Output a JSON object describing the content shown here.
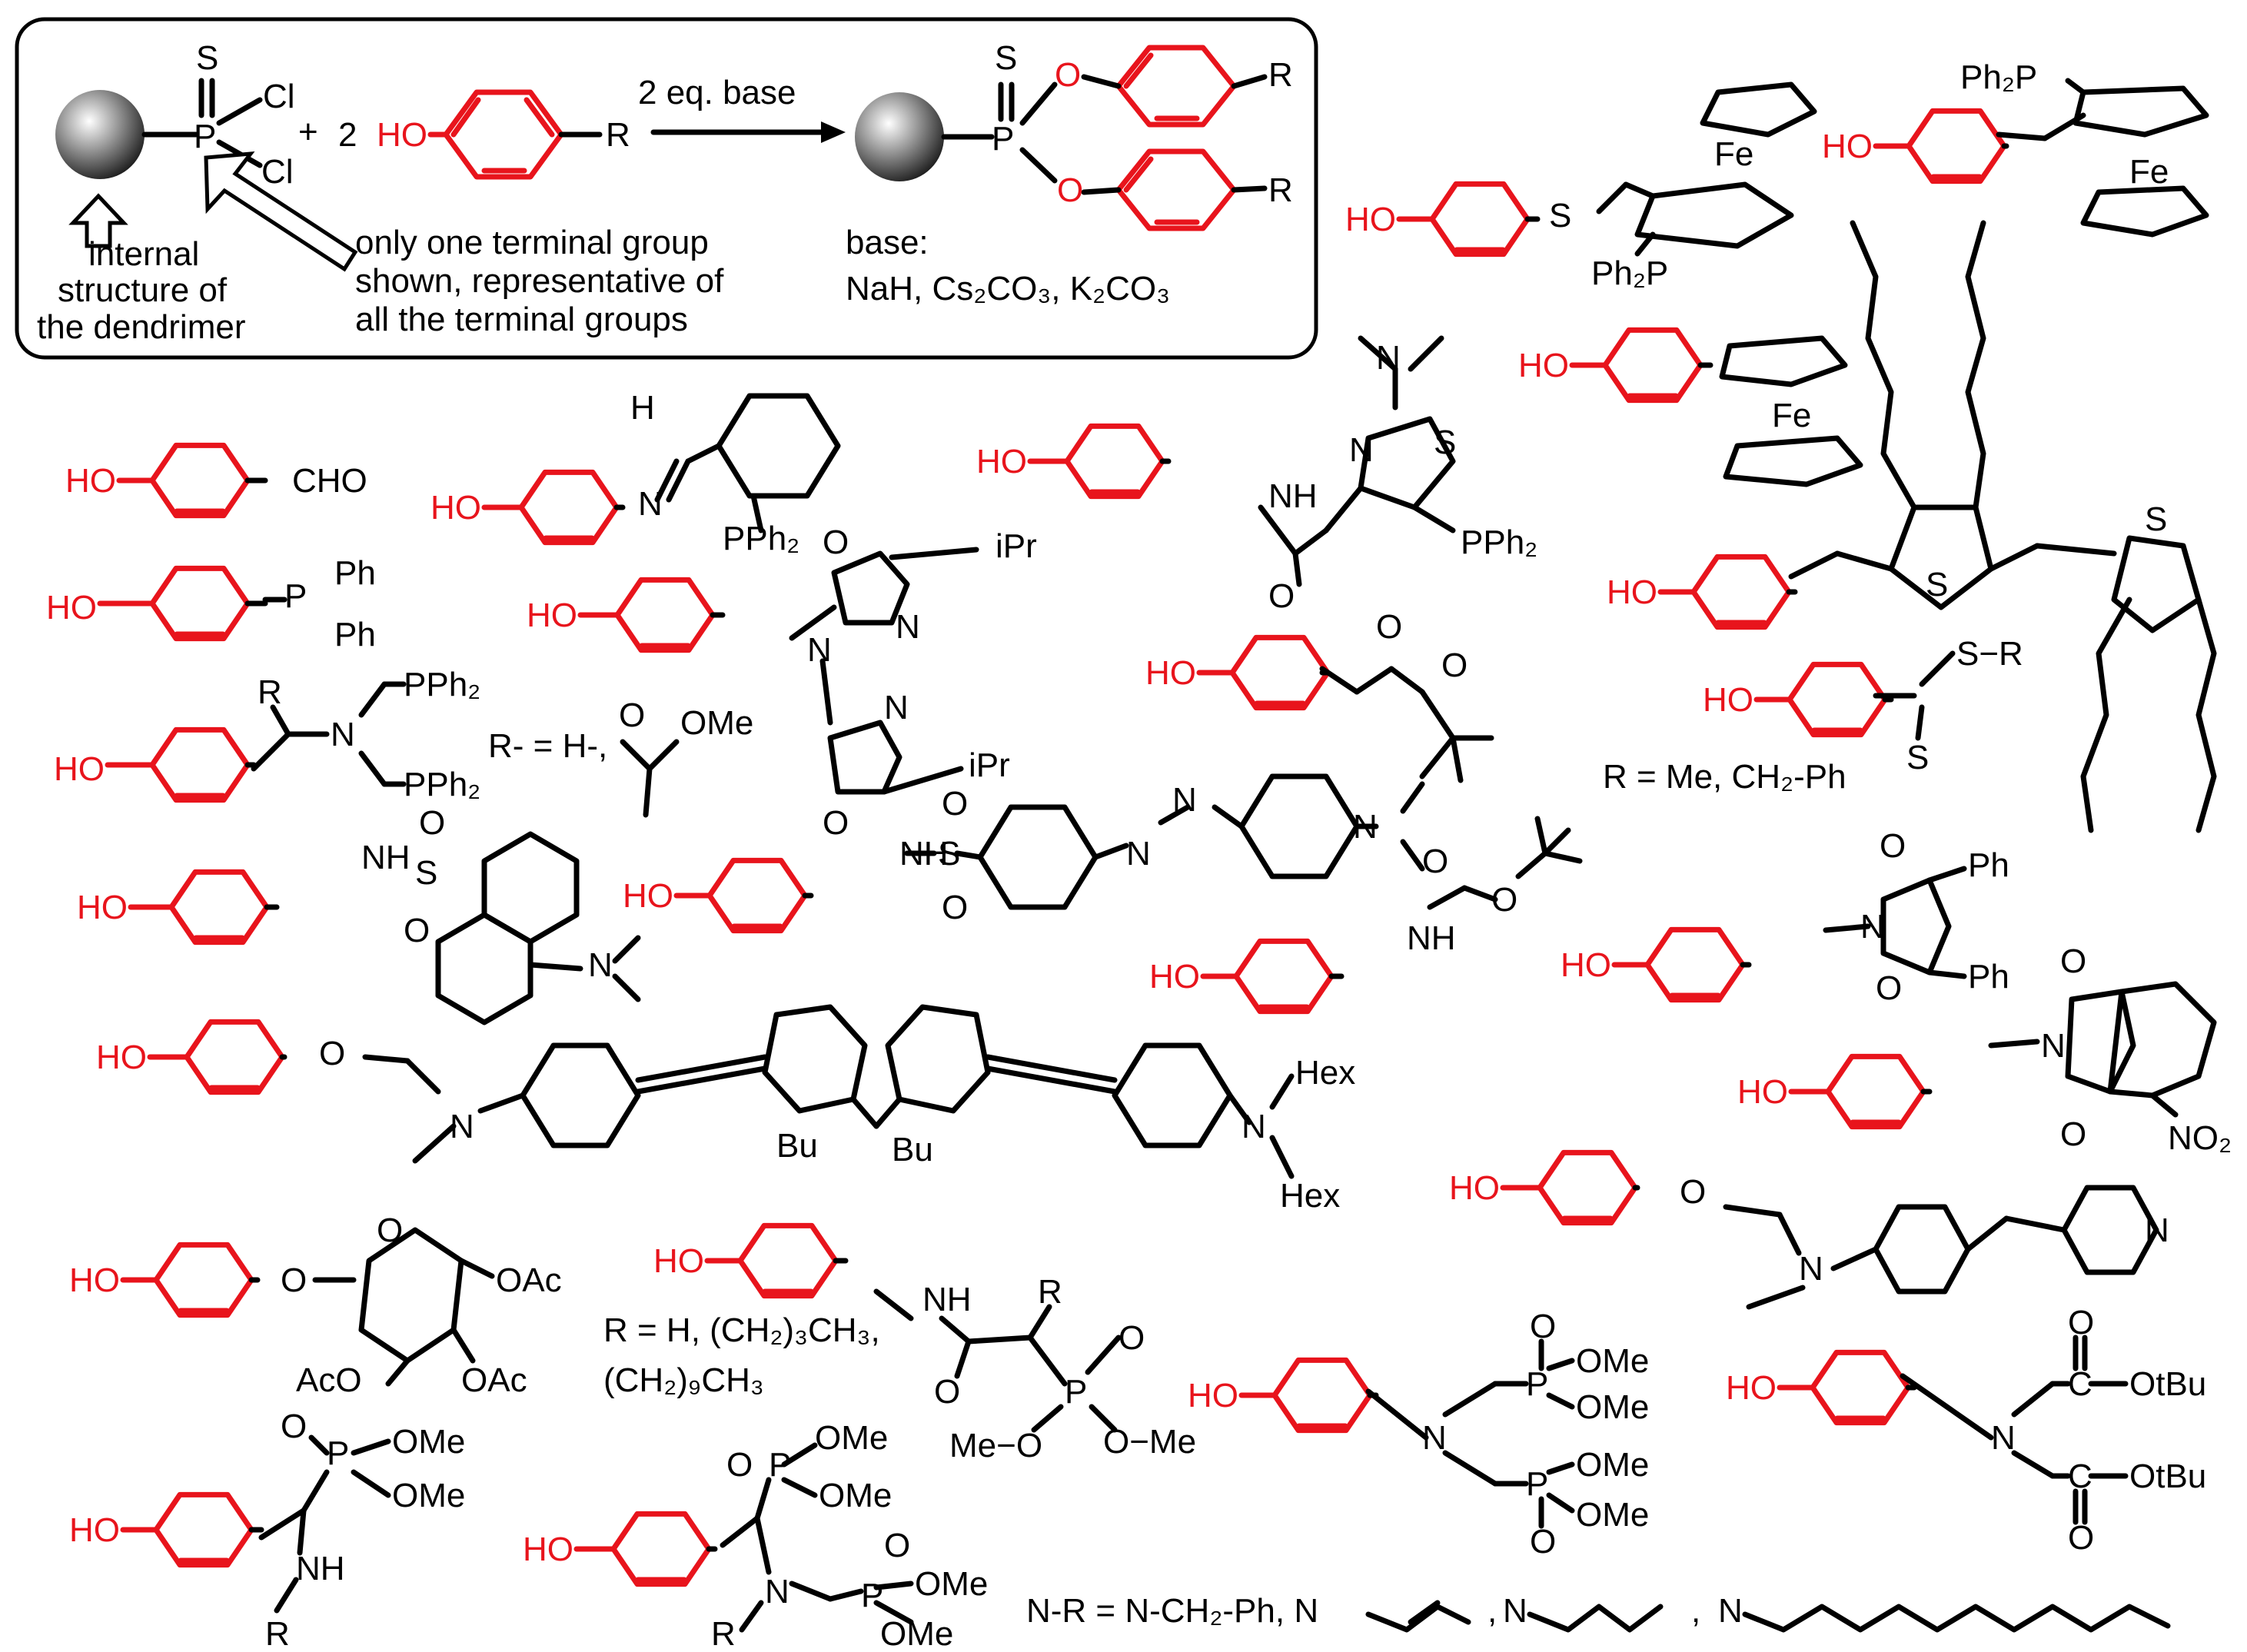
{
  "scheme": {
    "reactant_s": "S",
    "reactant_p": "P",
    "reactant_cl1": "Cl",
    "reactant_cl2": "Cl",
    "plus": "+",
    "coefficient": "2",
    "phenol_ho": "HO",
    "phenol_r": "R",
    "arrow_label": "2 eq. base",
    "product_s": "S",
    "product_p": "P",
    "product_o1": "O",
    "product_o2": "O",
    "product_r1": "R",
    "product_r2": "R",
    "base_title": "base:",
    "base_list": "NaH, Cs₂CO₃, K₂CO₃",
    "internal_line1": "internal",
    "internal_line2": "structure of",
    "internal_line3": "the dendrimer",
    "terminal_line1": "only one terminal group",
    "terminal_line2": "shown, representative of",
    "terminal_line3": "all the terminal groups"
  },
  "labels": {
    "ho": "HO",
    "cho": "CHO",
    "ph": "Ph",
    "pph2": "PPh₂",
    "ph2p": "Ph₂P",
    "fe": "Fe",
    "s": "S",
    "n": "N",
    "o": "O",
    "nh": "NH",
    "h": "H",
    "r": "R",
    "ome": "OMe",
    "otbu": "OtBu",
    "oac": "OAc",
    "aco": "AcO",
    "bu": "Bu",
    "hex": "Hex",
    "ipr": "iPr",
    "no2": "NO₂",
    "me_o": "Me−O",
    "o_me": "O−Me",
    "p": "P",
    "c": "C",
    "s_r": "S−R",
    "r_def_ester": "R- = H-,",
    "r_def_thio": "R = Me, CH₂-Ph",
    "r_def_alkyl_1": "R = H, (CH₂)₃CH₃,",
    "r_def_alkyl_2": "(CH₂)₉CH₃",
    "nr_def": "N-R = N-CH₂-Ph, N",
    "comma": ","
  },
  "colors": {
    "phenol_highlight": "#e8141c",
    "structure": "#000000"
  }
}
